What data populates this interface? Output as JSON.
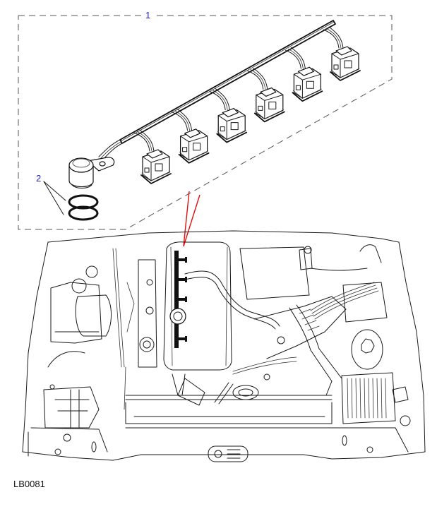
{
  "diagram": {
    "type": "parts-catalog-exploded-view",
    "subject": "Ignition coil wiring harness with engine bay location view",
    "reference_code": "LB0081",
    "callouts": [
      {
        "number": "1",
        "part": "ignition coil harness (dashed kit boundary)"
      },
      {
        "number": "2",
        "part": "O-ring seals (pair)"
      }
    ],
    "coil_connector_count": 6,
    "colors": {
      "callout_text": "#2020c8",
      "leader_highlight": "#e01010",
      "line_art": "#111111",
      "background": "#ffffff"
    }
  }
}
